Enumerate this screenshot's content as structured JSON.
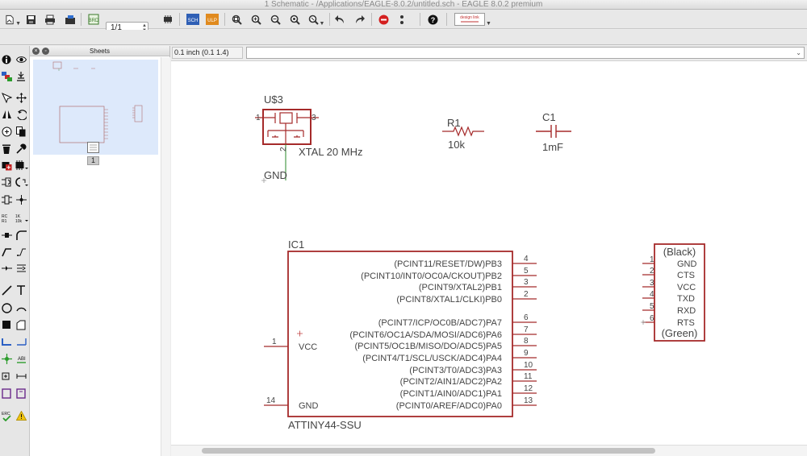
{
  "window": {
    "title": "1 Schematic - /Applications/EAGLE-8.0.2/untitled.sch - EAGLE 8.0.2 premium"
  },
  "toolbar": {
    "sheet_value": "1/1",
    "sch_label": "SCH",
    "ulp_label": "ULP",
    "design_link_label": "design link"
  },
  "sheets_panel": {
    "title": "Sheets",
    "sheet_number": "1"
  },
  "canvas": {
    "grid_display": "0.1 inch (0.1 1.4)",
    "command_value": ""
  },
  "components": {
    "u3": {
      "name": "U$3",
      "value": "XTAL 20 MHz",
      "pins": [
        "1",
        "3",
        "2"
      ]
    },
    "r1": {
      "name": "R1",
      "value": "10k"
    },
    "c1": {
      "name": "C1",
      "value": "1mF"
    },
    "gnd_symbol": "GND",
    "ic1": {
      "name": "IC1",
      "value": "ATTINY44-SSU",
      "left_pins": [
        {
          "no": "1",
          "label": "VCC"
        },
        {
          "no": "14",
          "label": "GND"
        }
      ],
      "right_pins": [
        {
          "no": "4",
          "label": "(PCINT11/RESET/DW)PB3"
        },
        {
          "no": "5",
          "label": "(PCINT10/INT0/OC0A/CKOUT)PB2"
        },
        {
          "no": "3",
          "label": "(PCINT9/XTAL2)PB1"
        },
        {
          "no": "2",
          "label": "(PCINT8/XTAL1/CLKI)PB0"
        },
        {
          "no": "6",
          "label": "(PCINT7/ICP/OC0B/ADC7)PA7"
        },
        {
          "no": "7",
          "label": "(PCINT6/OC1A/SDA/MOSI/ADC6)PA6"
        },
        {
          "no": "8",
          "label": "(PCINT5/OC1B/MISO/DO/ADC5)PA5"
        },
        {
          "no": "9",
          "label": "(PCINT4/T1/SCL/USCK/ADC4)PA4"
        },
        {
          "no": "10",
          "label": "(PCINT3/T0/ADC3)PA3"
        },
        {
          "no": "11",
          "label": "(PCINT2/AIN1/ADC2)PA2"
        },
        {
          "no": "12",
          "label": "(PCINT1/AIN0/ADC1)PA1"
        },
        {
          "no": "13",
          "label": "(PCINT0/AREF/ADC0)PA0"
        }
      ]
    },
    "ftdi": {
      "top_label": "(Black)",
      "bottom_label": "(Green)",
      "pins": [
        {
          "no": "1",
          "label": "GND"
        },
        {
          "no": "2",
          "label": "CTS"
        },
        {
          "no": "3",
          "label": "VCC"
        },
        {
          "no": "4",
          "label": "TXD"
        },
        {
          "no": "5",
          "label": "RXD"
        },
        {
          "no": "6",
          "label": "RTS"
        }
      ]
    }
  },
  "colors": {
    "symbol": "#a52a2a",
    "net": "#2a8a2a",
    "text": "#444444",
    "sheet_thumb_bg": "#dde9fb"
  }
}
